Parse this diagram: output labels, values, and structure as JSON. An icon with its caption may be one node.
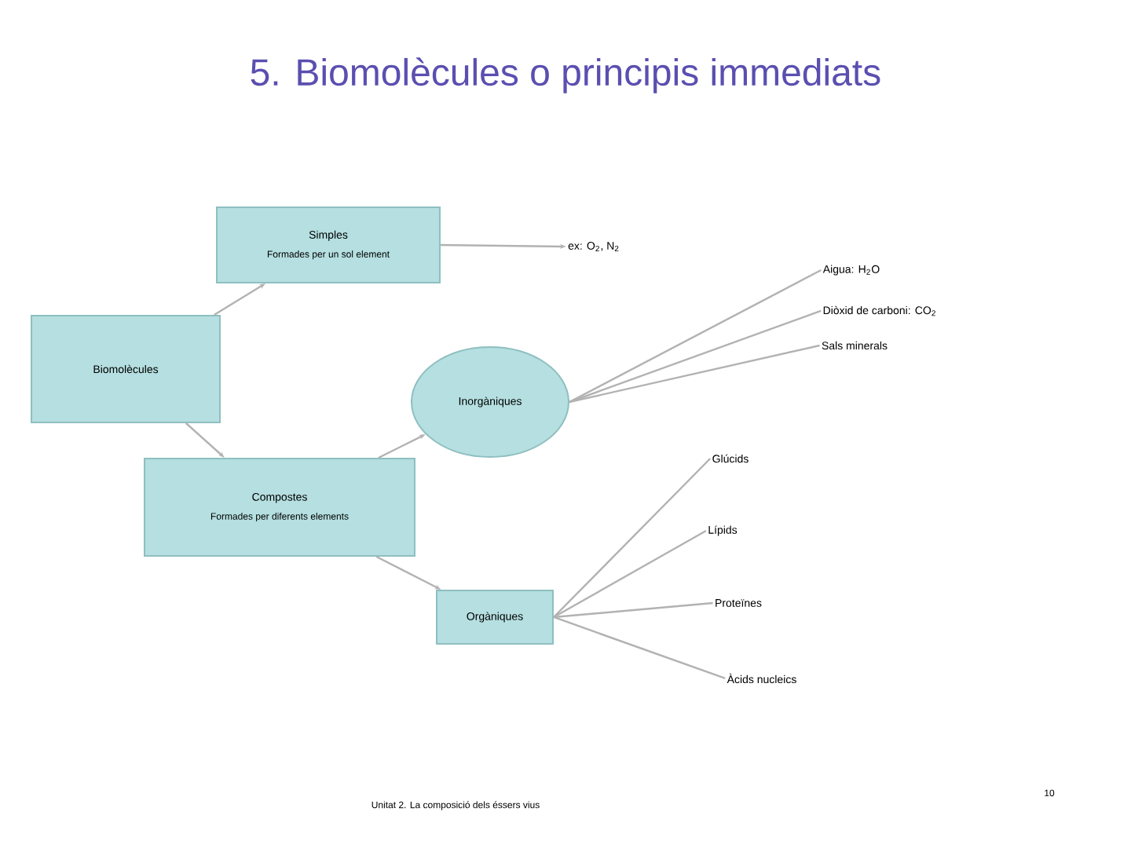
{
  "diagram": {
    "title": "5. Biomolècules o principis immediats",
    "nodes": [
      {
        "text": [
          "Biomolècules"
        ]
      },
      {
        "text": [
          "Simples",
          "Formades per un sol element"
        ]
      },
      {
        "text": [
          "ex: O$_{2}$, N$_{2}$"
        ]
      },
      {
        "text": [
          "Compostes",
          "Formades per diferents elements"
        ]
      },
      {
        "text": [
          "Inorgàniques"
        ]
      },
      {
        "text": [
          "Orgàniques"
        ]
      },
      {
        "text": [
          "Aigua: H$_{2}$O"
        ]
      },
      {
        "text": [
          "Diòxid de carboni: CO$_{2}$"
        ]
      },
      {
        "text": [
          "Sals minerals"
        ]
      },
      {
        "text": [
          "Glúcids"
        ]
      },
      {
        "text": [
          "Lípids"
        ]
      },
      {
        "text": [
          "Proteïnes"
        ]
      },
      {
        "text": [
          "Àcids nucleics"
        ]
      }
    ],
    "edges": [
      {
        "from": 0,
        "to": 1,
        "arrow": "to"
      },
      {
        "from": 0,
        "to": 3,
        "arrow": "to"
      },
      {
        "from": 1,
        "to": 2,
        "arrow": "to"
      },
      {
        "from": 3,
        "to": 4,
        "arrow": "to"
      },
      {
        "from": 3,
        "to": 5,
        "arrow": "to"
      },
      {
        "from": 4,
        "to": 6,
        "arrow": "none"
      },
      {
        "from": 4,
        "to": 7,
        "arrow": "none"
      },
      {
        "from": 4,
        "to": 8,
        "arrow": "none"
      },
      {
        "from": 5,
        "to": 9,
        "arrow": "none"
      },
      {
        "from": 5,
        "to": 10,
        "arrow": "none"
      },
      {
        "from": 5,
        "to": 11,
        "arrow": "none"
      },
      {
        "from": 5,
        "to": 12,
        "arrow": "none"
      }
    ],
    "labels": [
      "Unitat 2. La composició dels éssers vius",
      "10"
    ]
  }
}
